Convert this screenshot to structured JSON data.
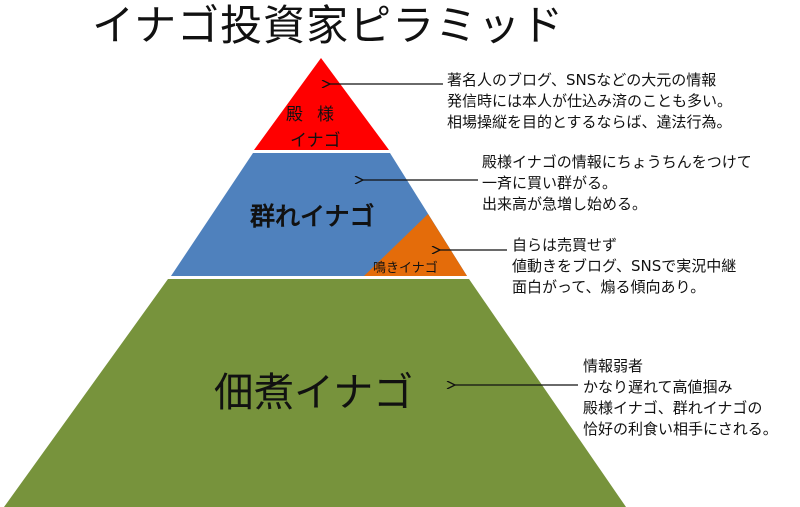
{
  "title": "イナゴ投資家ピラミッド",
  "colors": {
    "top_tier": "#ff0000",
    "middle_tier": "#4f81bd",
    "sub_tier": "#e46c0a",
    "bottom_tier": "#77933c",
    "text": "#111111"
  },
  "tiers": {
    "top": {
      "label_line1": "殿様",
      "label_line2": "イナゴ"
    },
    "middle": {
      "label": "群れイナゴ"
    },
    "sub": {
      "label": "鳴きイナゴ"
    },
    "bottom": {
      "label": "佃煮イナゴ"
    }
  },
  "notes": {
    "top": {
      "lines": [
        "著名人のブログ、SNSなどの大元の情報",
        "発信時には本人が仕込み済のことも多い。",
        "相場操縦を目的とするならば、違法行為。"
      ]
    },
    "middle": {
      "lines": [
        "殿様イナゴの情報にちょうちんをつけて",
        "一斉に買い群がる。",
        "出来高が急増し始める。"
      ]
    },
    "sub": {
      "lines": [
        "自らは売買せず",
        "値動きをブログ、SNSで実況中継",
        "面白がって、煽る傾向あり。"
      ]
    },
    "bottom": {
      "lines": [
        "情報弱者",
        "かなり遅れて高値掴み",
        "殿様イナゴ、群れイナゴの",
        "恰好の利食い相手にされる。"
      ]
    }
  }
}
